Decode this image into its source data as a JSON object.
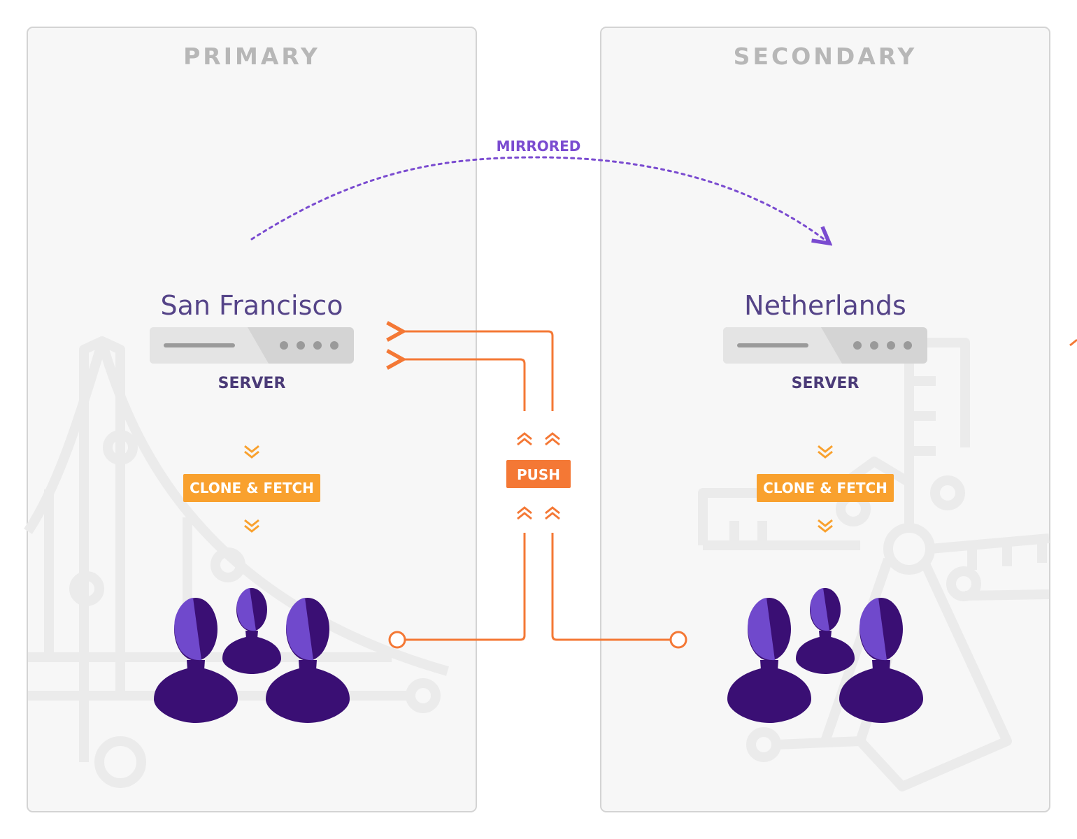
{
  "panels": {
    "primary": {
      "title": "PRIMARY",
      "site": "San Francisco",
      "server_label": "SERVER",
      "clone_label": "CLONE & FETCH"
    },
    "secondary": {
      "title": "SECONDARY",
      "site": "Netherlands",
      "server_label": "SERVER",
      "clone_label": "CLONE & FETCH"
    }
  },
  "mirror": {
    "label": "MIRRORED"
  },
  "push": {
    "label": "PUSH"
  },
  "colors": {
    "panel_bg": "#f7f7f7",
    "panel_border": "#d4d4d4",
    "title_gray": "#b7b7b7",
    "site_purple": "#554488",
    "mirror_purple": "#7a4bd0",
    "push_orange": "#f47835",
    "clone_orange": "#f9a12e",
    "user_dark": "#3a0f74",
    "user_light": "#7049cc",
    "server_gray": "#d4d4d4"
  }
}
